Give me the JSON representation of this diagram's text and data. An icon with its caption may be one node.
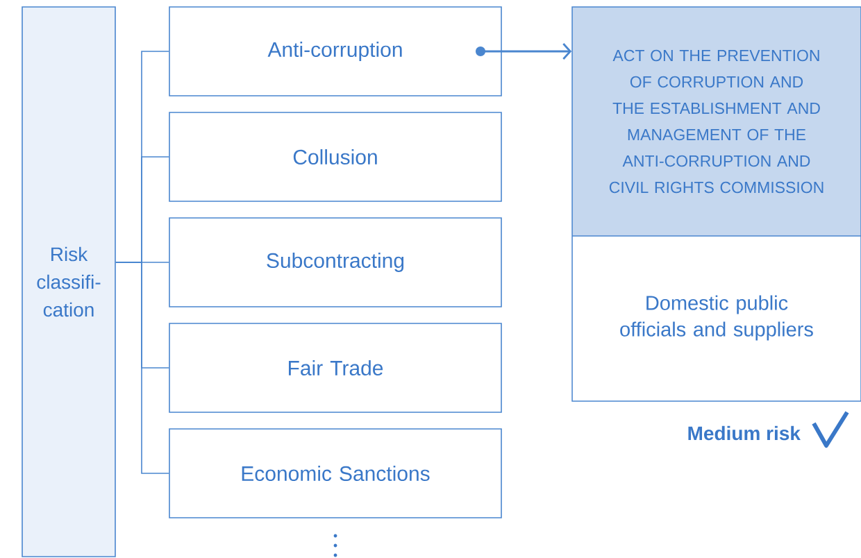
{
  "diagram": {
    "nodes": [
      {
        "text": [
          "Risk classifi- cation"
        ]
      },
      {
        "text": [
          "Anti-corruption"
        ]
      },
      {
        "text": [
          "Collusion"
        ]
      },
      {
        "text": [
          "Subcontracting"
        ]
      },
      {
        "text": [
          "Fair Trade"
        ]
      },
      {
        "text": [
          "Economic Sanctions"
        ]
      },
      {
        "text": [
          "ACT ON THE PREVENTION OF CORRUPTION AND THE ESTABLISHMENT AND MANAGEMENT OF THE ANTI-CORRUPTION AND CIVIL RIGHTS COMMISSION",
          "Domestic public officials and suppliers"
        ],
        "beside": [
          "Medium risk"
        ]
      }
    ],
    "edges": [
      {
        "from": 0,
        "to": 1,
        "arrow": "none"
      },
      {
        "from": 0,
        "to": 2,
        "arrow": "none"
      },
      {
        "from": 0,
        "to": 3,
        "arrow": "none"
      },
      {
        "from": 0,
        "to": 4,
        "arrow": "none"
      },
      {
        "from": 0,
        "to": 5,
        "arrow": "none"
      },
      {
        "from": 1,
        "to": 6,
        "arrow": "to"
      }
    ]
  }
}
